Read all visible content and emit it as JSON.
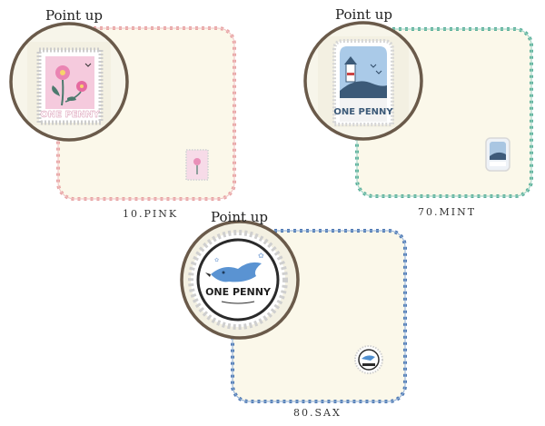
{
  "products": [
    {
      "color_label": "10.PINK",
      "callout": "Point up",
      "patch_text": "ONE PENNY",
      "towel_hex": "#fbf8ea",
      "edge_hex": "#e8a4a4"
    },
    {
      "color_label": "70.MINT",
      "callout": "Point up",
      "patch_text": "ONE PENNY",
      "towel_hex": "#fbf8ea",
      "edge_hex": "#5bb09a"
    },
    {
      "color_label": "80.SAX",
      "callout": "Point up",
      "patch_text": "ONE PENNY",
      "towel_hex": "#fbf8ea",
      "edge_hex": "#4f79b3"
    }
  ],
  "colors": {
    "circle_border": "#6a5a4a",
    "background": "#ffffff"
  }
}
